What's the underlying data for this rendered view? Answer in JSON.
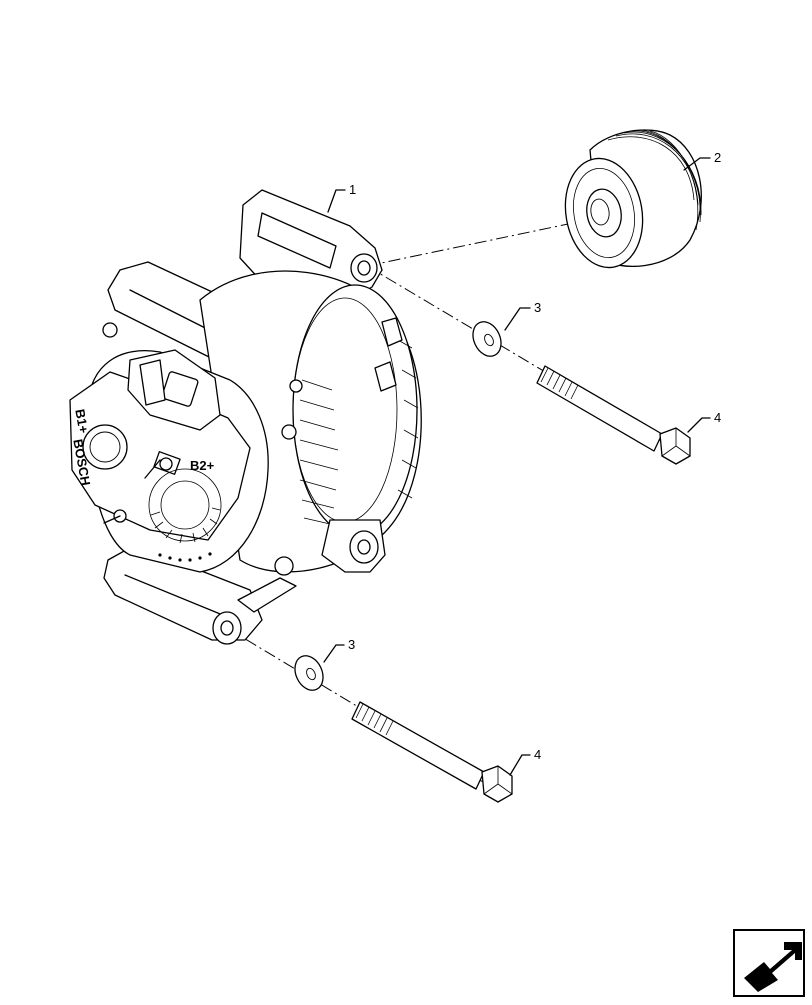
{
  "callouts": [
    {
      "id": "alternator",
      "label": "1"
    },
    {
      "id": "pulley",
      "label": "2"
    },
    {
      "id": "washer-upper",
      "label": "3"
    },
    {
      "id": "washer-lower",
      "label": "3"
    },
    {
      "id": "bolt-upper",
      "label": "4"
    },
    {
      "id": "bolt-lower",
      "label": "4"
    }
  ],
  "alternator_markings": {
    "terminal_b1": "B1+",
    "terminal_b2": "B2+",
    "brand": "BOSCH"
  },
  "icons": {
    "nav": "arrow-into-box-icon"
  }
}
